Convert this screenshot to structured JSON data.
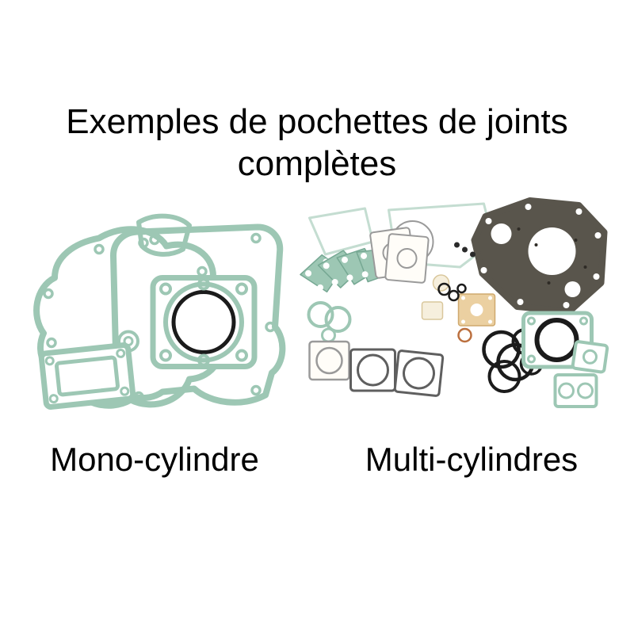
{
  "title": {
    "line1": "Exemples de pochettes de joints",
    "line2": "complètes"
  },
  "labels": {
    "left": "Mono-cylindre",
    "right": "Multi-cylindres"
  },
  "illustrations": {
    "left_alt": "Pochette de joints complète mono-cylindre",
    "right_alt": "Pochette de joints complète multi-cylindres"
  },
  "colors": {
    "background": "#ffffff",
    "text": "#000000",
    "gasket_teal": "#9dc7b4",
    "gasket_teal_light": "#c4ddd1",
    "gasket_teal_dark": "#76a893",
    "gasket_dark": "#59554c",
    "gasket_beige": "#ebd0a1",
    "gasket_cream": "#f6efdd",
    "oring_black": "#1b1b1b",
    "oring_orange": "#bb6f3e",
    "line_gray": "#9a9a9a",
    "line_dark_gray": "#5f5f5f"
  }
}
